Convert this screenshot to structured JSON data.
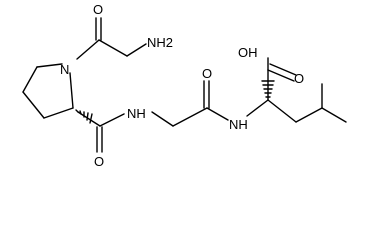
{
  "molecule": {
    "atoms": [
      {
        "id": "o_gly",
        "label": "O"
      },
      {
        "id": "nh2",
        "label": "NH2"
      },
      {
        "id": "n_pro",
        "label": "N"
      },
      {
        "id": "o_pro",
        "label": "O"
      },
      {
        "id": "nh_1",
        "label": "NH"
      },
      {
        "id": "o_gly2",
        "label": "O"
      },
      {
        "id": "nh_2",
        "label": "NH"
      },
      {
        "id": "oh",
        "label": "OH"
      },
      {
        "id": "o_acid",
        "label": "O"
      }
    ]
  }
}
